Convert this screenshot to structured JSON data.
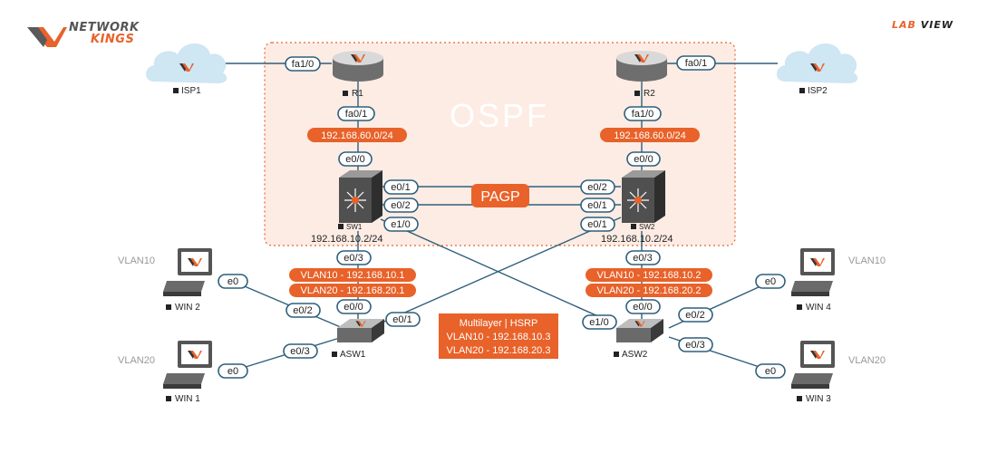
{
  "brand": {
    "logo_line1": "NETWORK",
    "logo_line2": "KINGS",
    "lab_word": "LAB",
    "view_word": "VIEW",
    "accent_color": "#e8622a",
    "interface_color": "#2f5f7c"
  },
  "zone_label": "OSPF",
  "pagp_label": "PAGP",
  "devices": {
    "isp1": "ISP1",
    "isp2": "ISP2",
    "r1": "R1",
    "r2": "R2",
    "sw1": "SW1",
    "sw2": "SW2",
    "asw1": "ASW1",
    "asw2": "ASW2",
    "win1": "WIN 1",
    "win2": "WIN 2",
    "win3": "WIN 3",
    "win4": "WIN 4"
  },
  "interfaces": {
    "r1_isp": "fa1/0",
    "r1_down": "fa0/1",
    "sw1_up": "e0/0",
    "sw1_pagp_a": "e0/1",
    "sw1_pagp_b": "e0/2",
    "sw1_cross": "e1/0",
    "sw1_down": "e0/3",
    "r2_isp": "fa0/1",
    "r2_down": "fa1/0",
    "sw2_up": "e0/0",
    "sw2_pagp_a": "e0/2",
    "sw2_pagp_b": "e0/1",
    "sw2_cross": "e0/1",
    "sw2_down": "e0/3",
    "asw1_up": "e0/0",
    "asw1_win2": "e0/2",
    "asw1_win1": "e0/3",
    "asw1_cross": "e0/1",
    "asw2_up": "e0/0",
    "asw2_win4": "e0/2",
    "asw2_win3": "e0/3",
    "asw2_cross": "e1/0",
    "win_nic": "e0"
  },
  "networks": {
    "left_wan": "192.168.60.0/24",
    "right_wan": "192.168.60.0/24",
    "sw1_ip": "192.168.10.2/24",
    "sw2_ip": "192.168.10.2/24",
    "sw1_vlan10": "VLAN10 - 192.168.10.1",
    "sw1_vlan20": "VLAN20 - 192.168.20.1",
    "sw2_vlan10": "VLAN10 - 192.168.10.2",
    "sw2_vlan20": "VLAN20 - 192.168.20.2"
  },
  "hsrp": {
    "title": "Multilayer | HSRP",
    "vlan10": "VLAN10 - 192.168.10.3",
    "vlan20": "VLAN20 - 192.168.20.3"
  },
  "vlans": {
    "win2": "VLAN10",
    "win1": "VLAN20",
    "win4": "VLAN10",
    "win3": "VLAN20"
  }
}
